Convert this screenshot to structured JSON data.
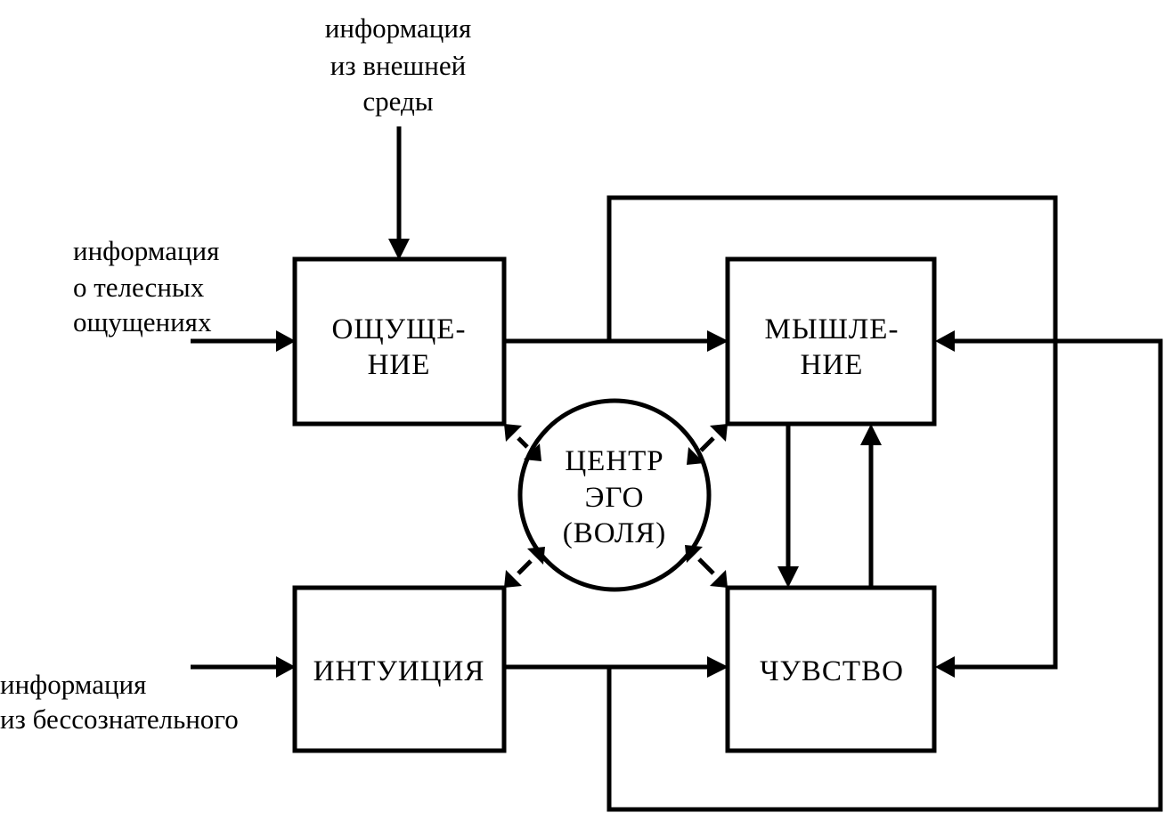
{
  "inputs": {
    "external": [
      "информация",
      "из внешней",
      "среды"
    ],
    "bodily": [
      "информация",
      "о телесных",
      "ощущениях"
    ],
    "unconscious": [
      "информация",
      "из бессознательного"
    ]
  },
  "boxes": {
    "sensation": [
      "ОЩУЩЕ-",
      "НИЕ"
    ],
    "thinking": [
      "МЫШЛЕ-",
      "НИЕ"
    ],
    "intuition": [
      "ИНТУИЦИЯ"
    ],
    "feeling": [
      "ЧУВСТВО"
    ]
  },
  "center": [
    "ЦЕНТР",
    "ЭГО",
    "(ВОЛЯ)"
  ],
  "colors": {
    "stroke": "#000000",
    "background": "#ffffff"
  }
}
